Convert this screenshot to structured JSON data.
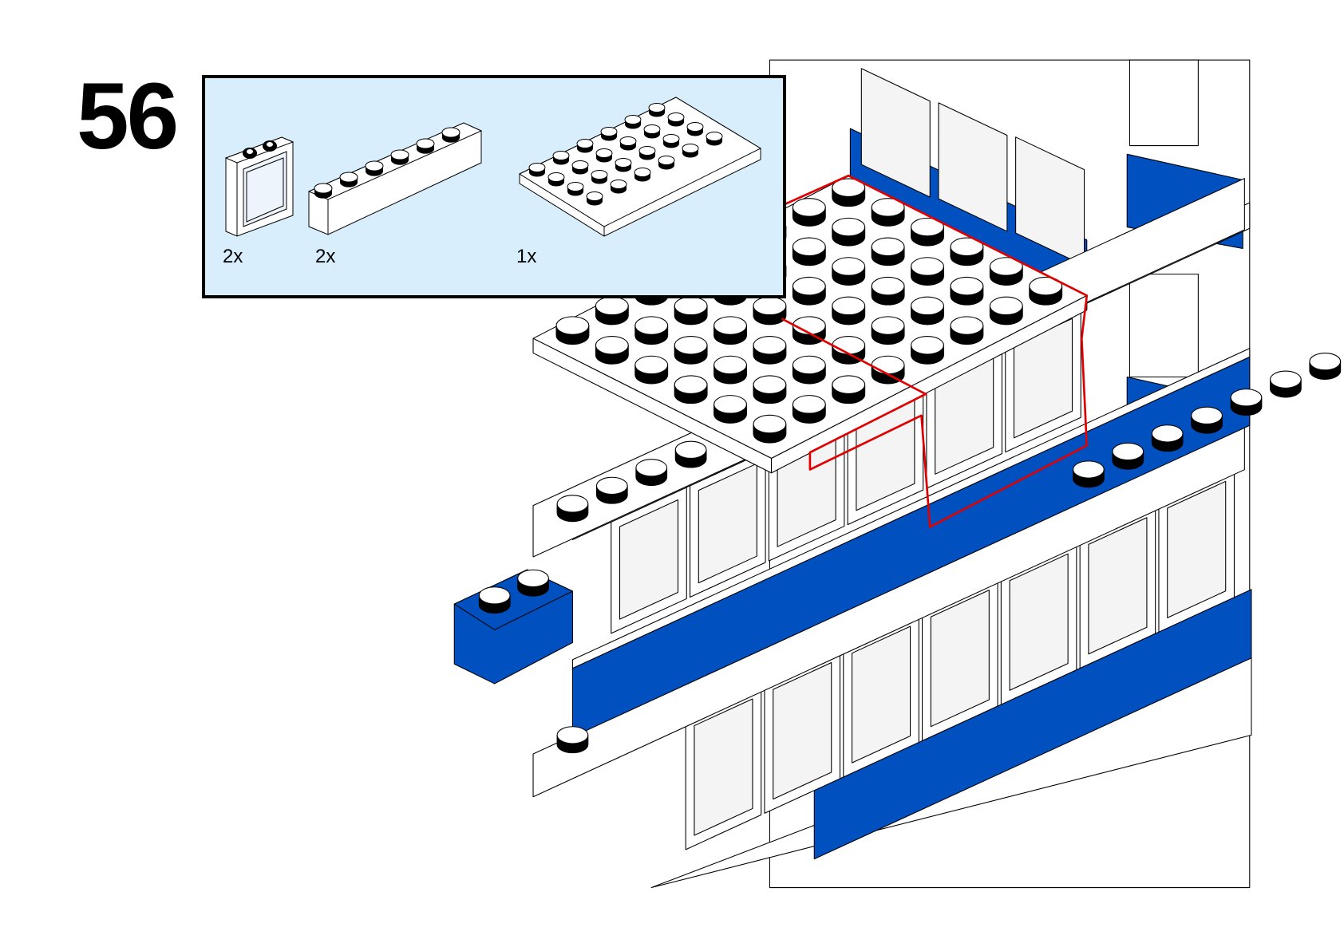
{
  "step": {
    "number": "56"
  },
  "parts_list": [
    {
      "name": "window-1x2x2",
      "quantity": "2x",
      "color": "#ffffff"
    },
    {
      "name": "brick-1x6",
      "quantity": "2x",
      "color": "#ffffff"
    },
    {
      "name": "plate-4x6",
      "quantity": "1x",
      "color": "#ffffff"
    }
  ],
  "colors": {
    "blue": "#0050c0",
    "white": "#ffffff",
    "highlight": "#e00000",
    "glass": "#f4f4f4",
    "panel": "#d8eefc"
  }
}
